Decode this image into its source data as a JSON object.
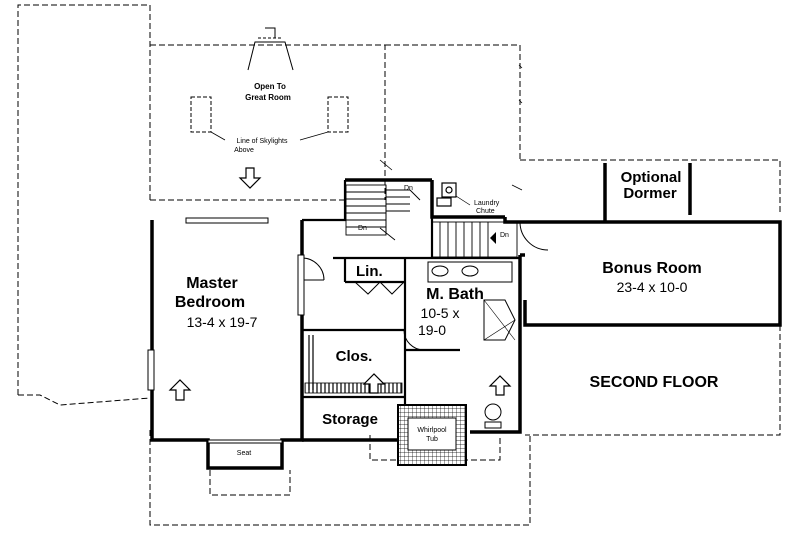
{
  "plan": {
    "open_to_great_room": [
      "Open To",
      "Great Room"
    ],
    "skylights_note": [
      "Line of Skylights",
      "Above"
    ],
    "master_bedroom": {
      "name": [
        "Master",
        "Bedroom"
      ],
      "dims": "13-4 x 19-7"
    },
    "linen": "Lin.",
    "master_bath": {
      "name": "M. Bath",
      "dims": [
        "10-5 x",
        "19-0"
      ]
    },
    "closet": "Clos.",
    "storage": "Storage",
    "whirlpool_tub": [
      "Whirlpool",
      "Tub"
    ],
    "seat": "Seat",
    "bonus_room": {
      "name": "Bonus Room",
      "dims": "23-4 x 10-0"
    },
    "optional_dormer": [
      "Optional",
      "Dormer"
    ],
    "laundry_chute": [
      "Laundry",
      "Chute"
    ],
    "down_labels": [
      "Dn",
      "Dn",
      "Dn"
    ],
    "floor_title": "SECOND FLOOR"
  }
}
